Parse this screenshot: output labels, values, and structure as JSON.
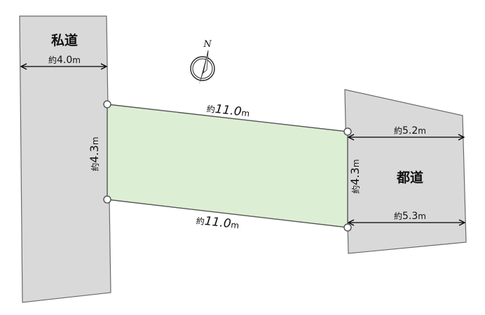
{
  "roads": {
    "private": {
      "name": "私道",
      "width": {
        "prefix": "約",
        "value": "4.0",
        "unit": "m"
      }
    },
    "metro": {
      "name": "都道",
      "width_top": {
        "prefix": "約",
        "value": "5.2",
        "unit": "m"
      },
      "width_bottom": {
        "prefix": "約",
        "value": "5.3",
        "unit": "m"
      }
    }
  },
  "lot": {
    "top_length": {
      "prefix": "約",
      "value": "11.0",
      "unit": "m"
    },
    "bottom_length": {
      "prefix": "約",
      "value": "11.0",
      "unit": "m"
    },
    "left_depth": {
      "prefix": "約",
      "value": "4.3",
      "unit": "m"
    },
    "right_depth": {
      "prefix": "約",
      "value": "4.3",
      "unit": "m"
    },
    "fill_color": "#dcefd4"
  },
  "compass": {
    "label": "N",
    "icon": "north-arrow-icon"
  }
}
